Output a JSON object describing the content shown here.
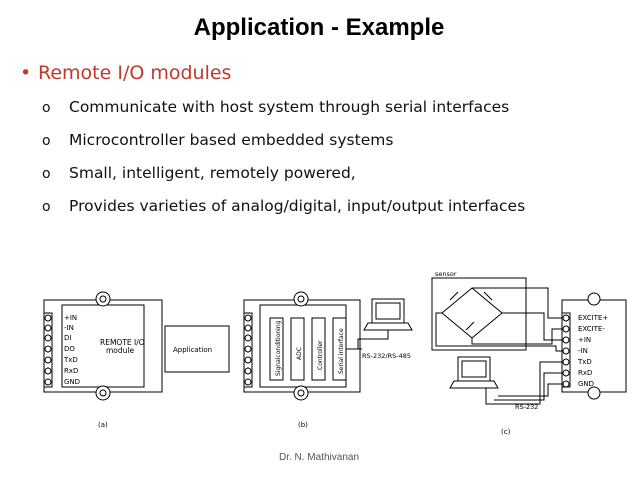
{
  "slide": {
    "title": "Application - Example",
    "bullet": "Remote I/O modules",
    "sub_bullets": [
      "Communicate with host system through serial interfaces",
      "Microcontroller based embedded systems",
      "Small, intelligent, remotely powered,",
      "Provides varieties of analog/digital, input/output interfaces"
    ],
    "footer": "Dr. N. Mathivanan"
  },
  "figure": {
    "a": {
      "pins": [
        "+IN",
        "-IN",
        "DI",
        "DO",
        "TxD",
        "RxD",
        "GND"
      ],
      "module_label_1": "REMOTE I/O",
      "module_label_2": "module",
      "application_label": "Application",
      "caption": "(a)"
    },
    "b": {
      "blocks": [
        "Signalconditioning",
        "ADC",
        "Controller",
        "Serial interface"
      ],
      "link_label": "RS-232/RS-485",
      "caption": "(b)"
    },
    "c": {
      "sensor_label": "sensor",
      "pins": [
        "EXCITE+",
        "EXCITE-",
        "+IN",
        "-IN",
        "TxD",
        "RxD",
        "GND"
      ],
      "link_label": "RS-232",
      "caption": "(c)"
    }
  }
}
